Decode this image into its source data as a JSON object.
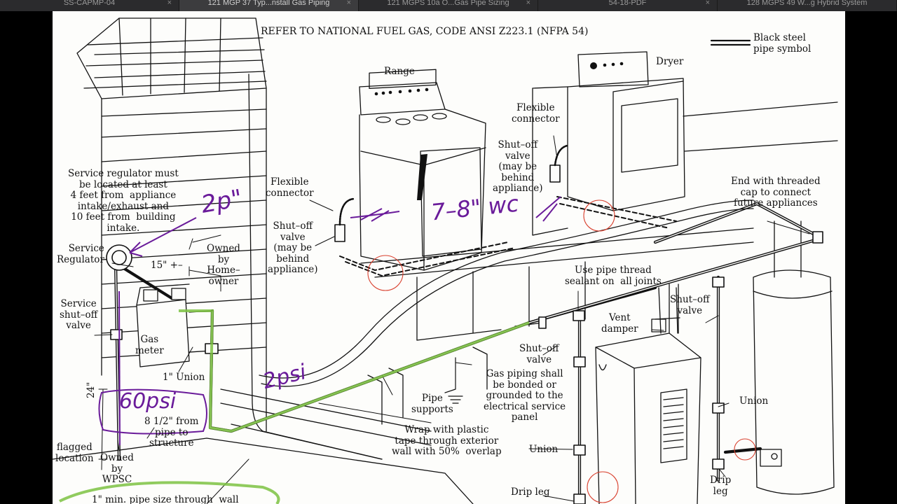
{
  "tabs": [
    {
      "label": "SS-CAPMP-04",
      "active": false
    },
    {
      "label": "121 MGP 37 Typ...nstall Gas Piping",
      "active": true
    },
    {
      "label": "121 MGPS 10a O...Gas Pipe Sizing",
      "active": false
    },
    {
      "label": "54-18-PDF",
      "active": false
    },
    {
      "label": "128 MGPS 49 W...g Hybrid System",
      "active": false
    }
  ],
  "tab_close_glyph": "×",
  "diagram": {
    "header": "REFER TO NATIONAL FUEL GAS, CODE ANSI Z223.1 (NFPA 54)",
    "legend": "Black steel\npipe symbol",
    "labels": {
      "range": "Range",
      "dryer": "Dryer",
      "flex_dryer": "Flexible\nconnector",
      "shutoff_dryer": "Shut–off\nvalve\n(may be\nbehind\nappliance)",
      "flex_range": "Flexible\nconnector",
      "shutoff_range": "Shut–off\nvalve\n(may be\nbehind\nappliance)",
      "end_cap": "End with threaded\ncap to connect\nfuture appliances",
      "service_reg_note": "Service regulator must\nbe located at least\n4 feet from  appliance\nintake/exhaust and\n10 feet from  building\nintake.",
      "service_regulator": "Service\nRegulator",
      "owned_home": "Owned\nby\nHome–\nowner",
      "fifteen": "15\" +–",
      "service_shutoff": "Service\nshut–off\nvalve",
      "gas_meter": "Gas\nmeter",
      "union_1in": "1\" Union",
      "dim_24": "24\"",
      "eight_half": "8 1/2\" from\npipe to\nstructure",
      "flagged": "flagged\nlocation",
      "owned_wpsc": "Owned\nby\nWPSC",
      "min_pipe": "1\" min. pipe size through  wall",
      "pipe_thread": "Use pipe thread\nsealant on  all joints",
      "vent_damper": "Vent\ndamper",
      "shutoff_right": "Shut–off\nvalve",
      "shutoff_mid": "Shut–off\nvalve",
      "bonded": "Gas piping shall\nbe bonded or\ngrounded to the\nelectrical service\npanel",
      "pipe_supports": "Pipe\nsupports",
      "wrap": "Wrap with plastic\ntape through exterior\nwall with 50%  overlap",
      "union_right": "Union",
      "union_bottom": "Union",
      "drip_leg": "Drip leg",
      "drip_leg_right": "Drip\nleg"
    },
    "annotations": {
      "p2_top": "2p\"",
      "wc": "7–8\" wc",
      "p2_si": "2psi",
      "p60": "60psi"
    },
    "colors": {
      "annotation": "#6a1b9a",
      "highlight": "#7cc242",
      "circle": "#d9412f",
      "ink": "#111111"
    }
  }
}
